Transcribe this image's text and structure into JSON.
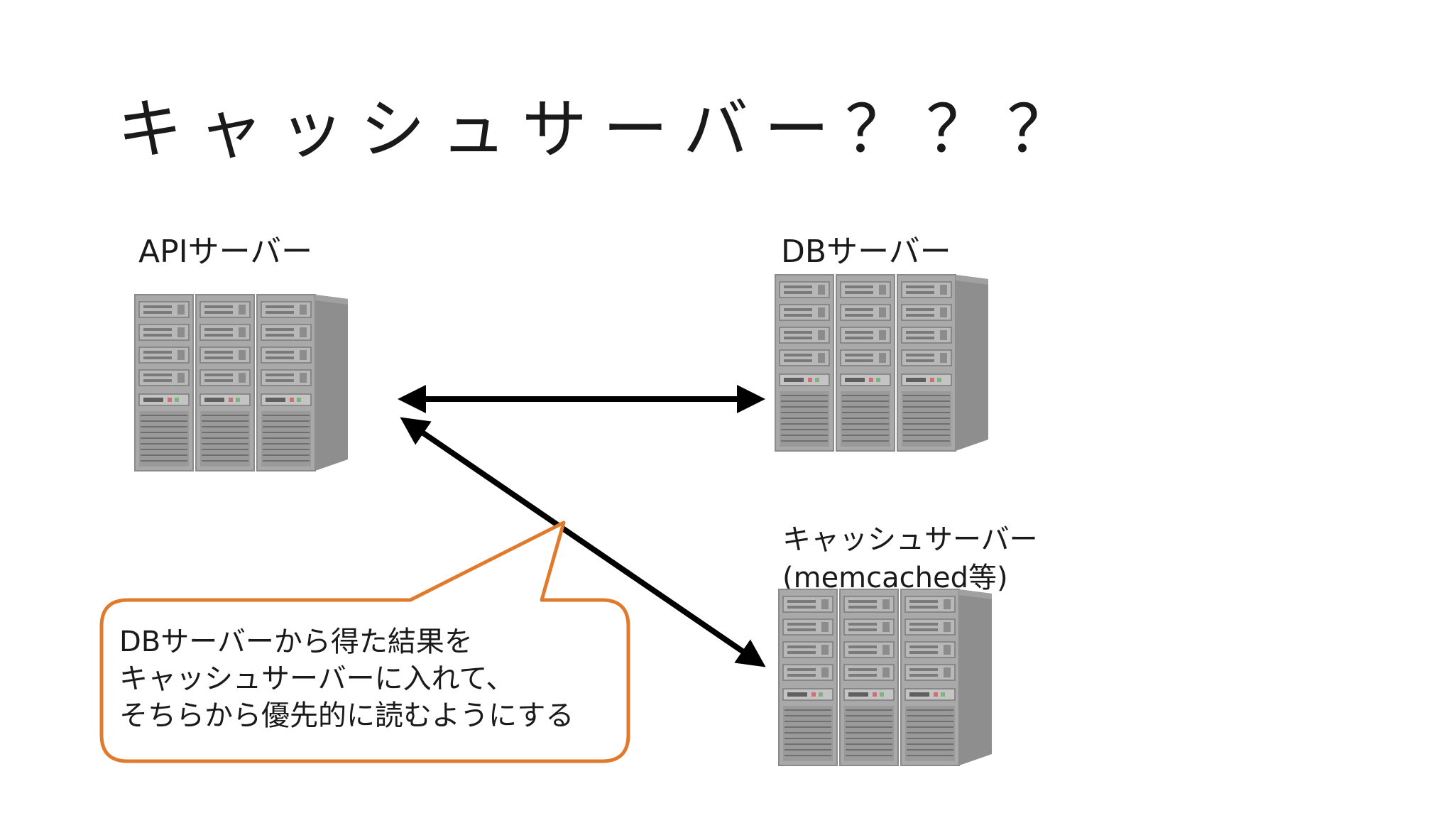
{
  "slide": {
    "title": "キャッシュサーバー？？？"
  },
  "servers": {
    "api": {
      "label": "APIサーバー"
    },
    "db": {
      "label": "DBサーバー"
    },
    "cache": {
      "label_line1": "キャッシュサーバー",
      "label_line2": "(memcached等)"
    }
  },
  "callout": {
    "lines": [
      "DBサーバーから得た結果を",
      "キャッシュサーバーに入れて、",
      "そちらから優先的に読むようにする"
    ],
    "border_color": "#e07b2e"
  },
  "colors": {
    "arrow": "#000000",
    "server_body": "#a7a7a7",
    "server_side": "#8e8e8e",
    "server_dark": "#6f6f6f"
  }
}
